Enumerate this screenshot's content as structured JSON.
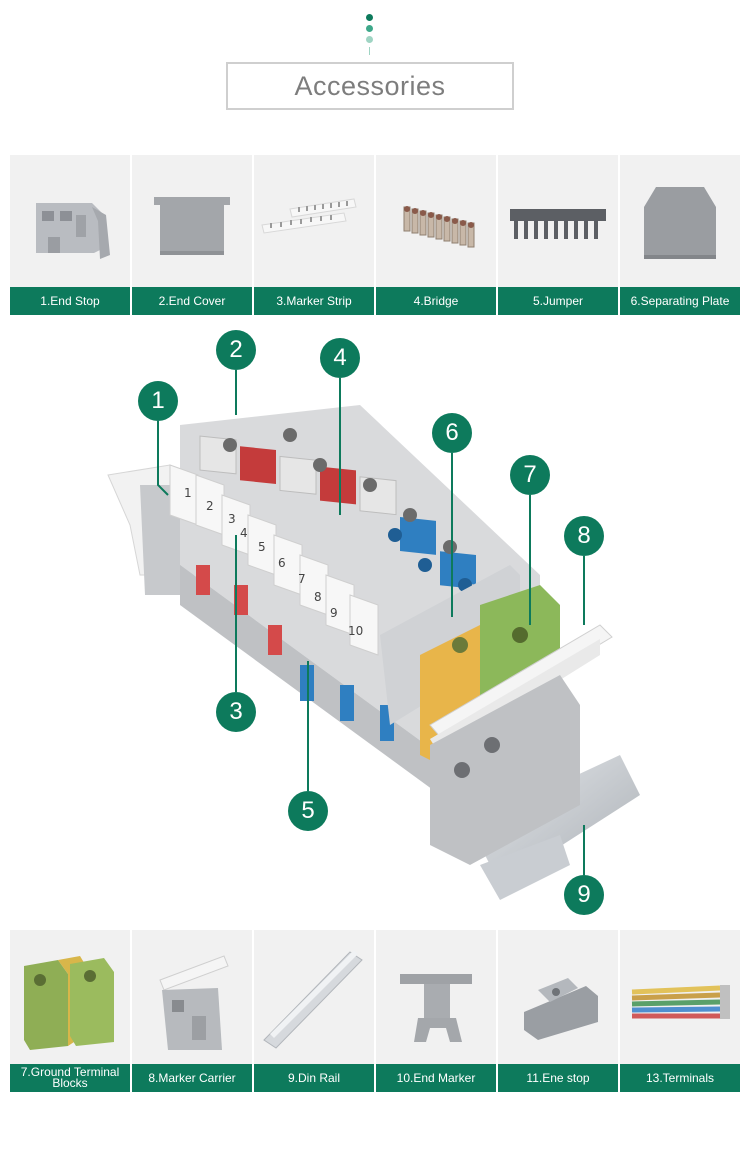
{
  "header": {
    "title": "Accessories",
    "dot_colors": [
      "#0d7a5c",
      "#3ea88a",
      "#9fd4c3"
    ]
  },
  "top_row": [
    {
      "label": "1.End Stop",
      "icon": "end-stop"
    },
    {
      "label": "2.End Cover",
      "icon": "end-cover"
    },
    {
      "label": "3.Marker Strip",
      "icon": "marker-strip"
    },
    {
      "label": "4.Bridge",
      "icon": "bridge"
    },
    {
      "label": "5.Jumper",
      "icon": "jumper"
    },
    {
      "label": "6.Separating Plate",
      "icon": "separating-plate"
    }
  ],
  "diagram": {
    "callouts": [
      "1",
      "2",
      "3",
      "4",
      "5",
      "6",
      "7",
      "8",
      "9"
    ],
    "marker_numbers": [
      "1",
      "2",
      "3",
      "4",
      "5",
      "6",
      "7",
      "8",
      "9",
      "10"
    ]
  },
  "bottom_row": [
    {
      "label": "7.Ground Terminal Blocks",
      "icon": "ground-terminal-blocks"
    },
    {
      "label": "8.Marker Carrier",
      "icon": "marker-carrier"
    },
    {
      "label": "9.Din Rail",
      "icon": "din-rail"
    },
    {
      "label": "10.End Marker",
      "icon": "end-marker"
    },
    {
      "label": "11.Ene stop",
      "icon": "ene-stop"
    },
    {
      "label": "13.Terminals",
      "icon": "terminals"
    }
  ],
  "colors": {
    "accent": "#0d7a5c"
  }
}
